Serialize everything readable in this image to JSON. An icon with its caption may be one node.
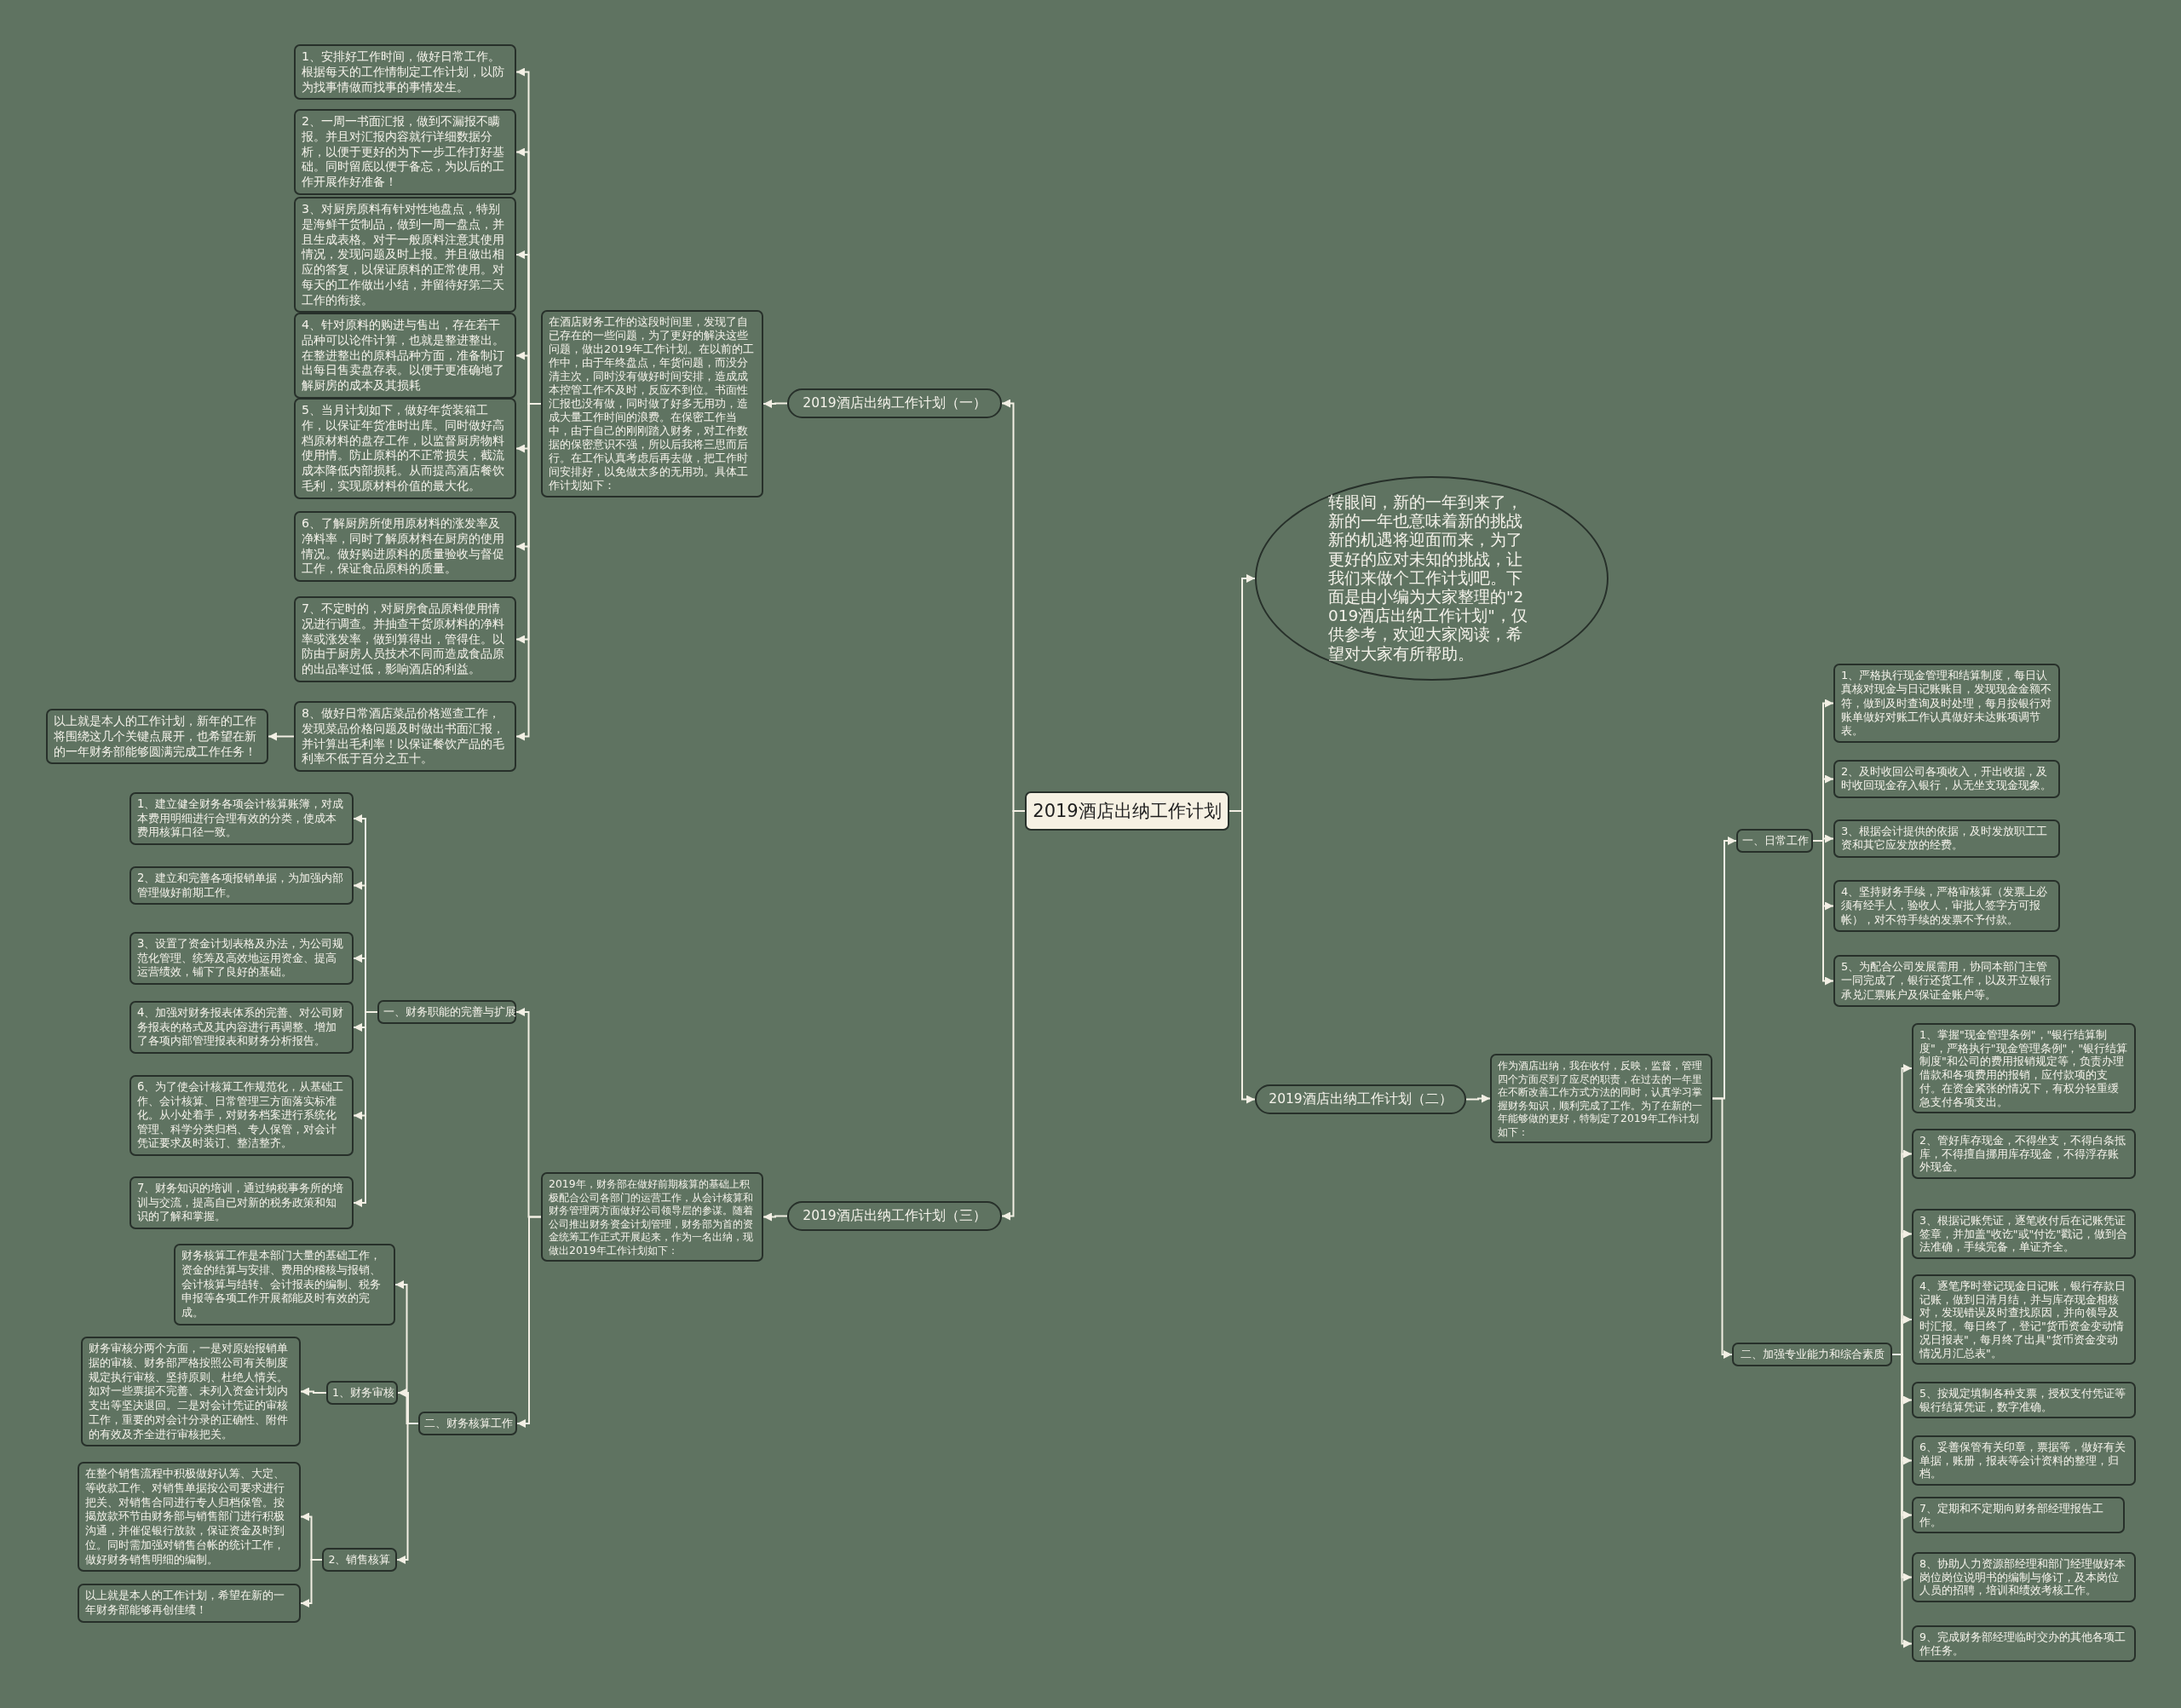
{
  "diagram": {
    "nodes": [
      {
        "text": [
          "2019酒店出纳工作计划"
        ]
      },
      {
        "text": [
          "转眼间，新的一年到来了，新的一年也意味着新的挑战新的机遇将迎面而来，为了更好的应对未知的挑战，让我们来做个工作计划吧。下面是由小编为大家整理的\"2019酒店出纳工作计划\"，仅供参考，欢迎大家阅读，希望对大家有所帮助。"
        ]
      },
      {
        "text": [
          "2019酒店出纳工作计划（一）"
        ]
      },
      {
        "text": [
          "在酒店财务工作的这段时间里，发现了自已存在的一些问题，为了更好的解决这些问题，做出2019年工作计划。在以前的工作中，由于年终盘点，年货问题，而没分清主次，同时没有做好时间安排，造成成本控管工作不及时，反应不到位。书面性汇报也没有做，同时做了好多无用功，造成大量工作时间的浪费。在保密工作当中，由于自己的刚刚踏入财务，对工作数据的保密意识不强，所以后我将三思而后行。在工作认真考虑后再去做，把工作时间安排好，以免做太多的无用功。具体工作计划如下："
        ]
      },
      {
        "text": [
          "1、安排好工作时间，做好日常工作。根据每天的工作情制定工作计划，以防为找事情做而找事的事情发生。"
        ]
      },
      {
        "text": [
          "2、一周一书面汇报，做到不漏报不瞒报。并且对汇报内容就行详细数据分析，以便于更好的为下一步工作打好基础。同时留底以便于备忘，为以后的工作开展作好准备！"
        ]
      },
      {
        "text": [
          "3、对厨房原料有针对性地盘点，特别是海鲜干货制品，做到一周一盘点，并且生成表格。对于一般原料注意其使用情况，发现问题及时上报。并且做出相应的答复，以保证原料的正常使用。对每天的工作做出小结，并留待好第二天工作的衔接。"
        ]
      },
      {
        "text": [
          "4、针对原料的购进与售出，存在若干品种可以论件计算，也就是整进整出。在整进整出的原料品种方面，准备制订出每日售卖盘存表。以便于更准确地了解厨房的成本及其损耗"
        ]
      },
      {
        "text": [
          "5、当月计划如下，做好年货装箱工作，以保证年货准时出库。同时做好高档原材料的盘存工作，以监督厨房物料使用情。防止原料的不正常损失，截流成本降低内部损耗。从而提高酒店餐饮毛利，实现原材料价值的最大化。"
        ]
      },
      {
        "text": [
          "6、了解厨房所使用原材料的涨发率及净料率，同时了解原材料在厨房的使用情况。做好购进原料的质量验收与督促工作，保证食品原料的质量。"
        ]
      },
      {
        "text": [
          "7、不定时的，对厨房食品原料使用情况进行调查。并抽查干货原材料的净料率或涨发率，做到算得出，管得住。以防由于厨房人员技术不同而造成食品原的出品率过低，影响酒店的利益。"
        ]
      },
      {
        "text": [
          "8、做好日常酒店菜品价格巡查工作，发现菜品价格问题及时做出书面汇报，并计算出毛利率！以保证餐饮产品的毛利率不低于百分之五十。"
        ]
      },
      {
        "text": [
          "以上就是本人的工作计划，新年的工作将围绕这几个关键点展开，也希望在新的一年财务部能够圆满完成工作任务！"
        ]
      },
      {
        "text": [
          "2019酒店出纳工作计划（二）"
        ]
      },
      {
        "text": [
          "作为酒店出纳，我在收付，反映，监督，管理四个方面尽到了应尽的职责，在过去的一年里在不断改善工作方式方法的同时，认真学习掌握财务知识，顺利完成了工作。为了在新的一年能够做的更好，特制定了2019年工作计划如下："
        ]
      },
      {
        "text": [
          "一、日常工作"
        ]
      },
      {
        "text": [
          "1、严格执行现金管理和结算制度，每日认真核对现金与日记账账目，发现现金金额不符，做到及时查询及时处理，每月按银行对账单做好对账工作认真做好未达账项调节表。"
        ]
      },
      {
        "text": [
          "2、及时收回公司各项收入，开出收据，及时收回现金存入银行，从无坐支现金现象。"
        ]
      },
      {
        "text": [
          "3、根据会计提供的依据，及时发放职工工资和其它应发放的经费。"
        ]
      },
      {
        "text": [
          "4、坚持财务手续，严格审核算（发票上必须有经手人，验收人，审批人签字方可报帐），对不符手续的发票不予付款。"
        ]
      },
      {
        "text": [
          "5、为配合公司发展需用，协同本部门主管一同完成了，银行还货工作，以及开立银行承兑汇票账户及保证金账户等。"
        ]
      },
      {
        "text": [
          "二、加强专业能力和综合素质"
        ]
      },
      {
        "text": [
          "1、掌握\"现金管理条例\"，\"银行结算制度\"，严格执行\"现金管理条例\"，\"银行结算制度\"和公司的费用报销规定等，负责办理借款和各项费用的报销，应付款项的支付。在资金紧张的情况下，有权分轻重缓急支付各项支出。"
        ]
      },
      {
        "text": [
          "2、管好库存现金，不得坐支，不得白条抵库，不得擅自挪用库存现金，不得浮存账外现金。"
        ]
      },
      {
        "text": [
          "3、根据记账凭证，逐笔收付后在记账凭证签章，并加盖\"收讫\"或\"付讫\"戳记，做到合法准确，手续完备，单证齐全。"
        ]
      },
      {
        "text": [
          "4、逐笔序时登记现金日记账，银行存款日记账，做到日清月结，并与库存现金相核对，发现错误及时查找原因，并向领导及时汇报。每日终了，登记\"货币资金变动情况日报表\"，每月终了出具\"货币资金变动情况月汇总表\"。"
        ]
      },
      {
        "text": [
          "5、按规定填制各种支票，授权支付凭证等银行结算凭证，数字准确。"
        ]
      },
      {
        "text": [
          "6、妥善保管有关印章，票据等，做好有关单据，账册，报表等会计资料的整理，归档。"
        ]
      },
      {
        "text": [
          "7、定期和不定期向财务部经理报告工作。"
        ]
      },
      {
        "text": [
          "8、协助人力资源部经理和部门经理做好本岗位岗位说明书的编制与修订，及本岗位人员的招聘，培训和绩效考核工作。"
        ]
      },
      {
        "text": [
          "9、完成财务部经理临时交办的其他各项工作任务。"
        ]
      },
      {
        "text": [
          "2019酒店出纳工作计划（三）"
        ]
      },
      {
        "text": [
          "2019年，财务部在做好前期核算的基础上积极配合公司各部门的运营工作，从会计核算和财务管理两方面做好公司领导层的参谋。随着公司推出财务资金计划管理，财务部为首的资金统筹工作正式开展起来，作为一名出纳，现做出2019年工作计划如下："
        ]
      },
      {
        "text": [
          "一、财务职能的完善与扩展"
        ]
      },
      {
        "text": [
          "1、建立健全财务各项会计核算账簿，对成本费用明细进行合理有效的分类，使成本费用核算口径一致。"
        ]
      },
      {
        "text": [
          "2、建立和完善各项报销单据，为加强内部管理做好前期工作。"
        ]
      },
      {
        "text": [
          "3、设置了资金计划表格及办法，为公司规范化管理、统筹及高效地运用资金、提高运营绩效，铺下了良好的基础。"
        ]
      },
      {
        "text": [
          "4、加强对财务报表体系的完善、对公司财务报表的格式及其内容进行再调整、增加了各项内部管理报表和财务分析报告。"
        ]
      },
      {
        "text": [
          "6、为了使会计核算工作规范化，从基础工作、会计核算、日常管理三方面落实标准化。从小处着手，对财务档案进行系统化管理、科学分类归档、专人保管，对会计凭证要求及时装订、整洁整齐。"
        ]
      },
      {
        "text": [
          "7、财务知识的培训，通过纳税事务所的培训与交流，提高自已对新的税务政策和知识的了解和掌握。"
        ]
      },
      {
        "text": [
          "二、财务核算工作"
        ]
      },
      {
        "text": [
          "财务核算工作是本部门大量的基础工作，资金的结算与安排、费用的稽核与报销、会计核算与结转、会计报表的编制、税务申报等各项工作开展都能及时有效的完成。"
        ]
      },
      {
        "text": [
          "1、财务审核"
        ]
      },
      {
        "text": [
          "财务审核分两个方面，一是对原始报销单据的审核、财务部严格按照公司有关制度规定执行审核、坚持原则、杜绝人情关。如对一些票据不完善、未列入资金计划内支出等坚决退回。二是对会计凭证的审核工作，重要的对会计分录的正确性、附件的有效及齐全进行审核把关。"
        ]
      },
      {
        "text": [
          "2、销售核算"
        ]
      },
      {
        "text": [
          "在整个销售流程中积极做好认筹、大定、等收款工作、对销售单据按公司要求进行把关、对销售合同进行专人归档保管。按揭放款环节由财务部与销售部门进行积极沟通，并催促银行放款，保证资金及时到位。同时需加强对销售台帐的统计工作，做好财务销售明细的编制。"
        ]
      },
      {
        "text": [
          "以上就是本人的工作计划，希望在新的一年财务部能够再创佳绩！"
        ]
      }
    ],
    "edges": [
      {
        "from": 0,
        "to": 1,
        "arrow": "to"
      },
      {
        "from": 0,
        "to": 2,
        "arrow": "to"
      },
      {
        "from": 2,
        "to": 3,
        "arrow": "to"
      },
      {
        "from": 3,
        "to": 4,
        "arrow": "to"
      },
      {
        "from": 3,
        "to": 5,
        "arrow": "to"
      },
      {
        "from": 3,
        "to": 6,
        "arrow": "to"
      },
      {
        "from": 3,
        "to": 7,
        "arrow": "to"
      },
      {
        "from": 3,
        "to": 8,
        "arrow": "to"
      },
      {
        "from": 3,
        "to": 9,
        "arrow": "to"
      },
      {
        "from": 3,
        "to": 10,
        "arrow": "to"
      },
      {
        "from": 3,
        "to": 11,
        "arrow": "to"
      },
      {
        "from": 11,
        "to": 12,
        "arrow": "to"
      },
      {
        "from": 0,
        "to": 13,
        "arrow": "to"
      },
      {
        "from": 13,
        "to": 14,
        "arrow": "to"
      },
      {
        "from": 14,
        "to": 15,
        "arrow": "to"
      },
      {
        "from": 15,
        "to": 16,
        "arrow": "to"
      },
      {
        "from": 15,
        "to": 17,
        "arrow": "to"
      },
      {
        "from": 15,
        "to": 18,
        "arrow": "to"
      },
      {
        "from": 15,
        "to": 19,
        "arrow": "to"
      },
      {
        "from": 15,
        "to": 20,
        "arrow": "to"
      },
      {
        "from": 14,
        "to": 21,
        "arrow": "to"
      },
      {
        "from": 21,
        "to": 22,
        "arrow": "to"
      },
      {
        "from": 21,
        "to": 23,
        "arrow": "to"
      },
      {
        "from": 21,
        "to": 24,
        "arrow": "to"
      },
      {
        "from": 21,
        "to": 25,
        "arrow": "to"
      },
      {
        "from": 21,
        "to": 26,
        "arrow": "to"
      },
      {
        "from": 21,
        "to": 27,
        "arrow": "to"
      },
      {
        "from": 21,
        "to": 28,
        "arrow": "to"
      },
      {
        "from": 21,
        "to": 29,
        "arrow": "to"
      },
      {
        "from": 21,
        "to": 30,
        "arrow": "to"
      },
      {
        "from": 0,
        "to": 31,
        "arrow": "to"
      },
      {
        "from": 31,
        "to": 32,
        "arrow": "to"
      },
      {
        "from": 32,
        "to": 33,
        "arrow": "to"
      },
      {
        "from": 33,
        "to": 34,
        "arrow": "to"
      },
      {
        "from": 33,
        "to": 35,
        "arrow": "to"
      },
      {
        "from": 33,
        "to": 36,
        "arrow": "to"
      },
      {
        "from": 33,
        "to": 37,
        "arrow": "to"
      },
      {
        "from": 33,
        "to": 38,
        "arrow": "to"
      },
      {
        "from": 33,
        "to": 39,
        "arrow": "to"
      },
      {
        "from": 32,
        "to": 40,
        "arrow": "to"
      },
      {
        "from": 40,
        "to": 41,
        "arrow": "to"
      },
      {
        "from": 40,
        "to": 42,
        "arrow": "to"
      },
      {
        "from": 42,
        "to": 43,
        "arrow": "to"
      },
      {
        "from": 40,
        "to": 44,
        "arrow": "to"
      },
      {
        "from": 44,
        "to": 45,
        "arrow": "to"
      },
      {
        "from": 44,
        "to": 46,
        "arrow": "to"
      }
    ]
  }
}
